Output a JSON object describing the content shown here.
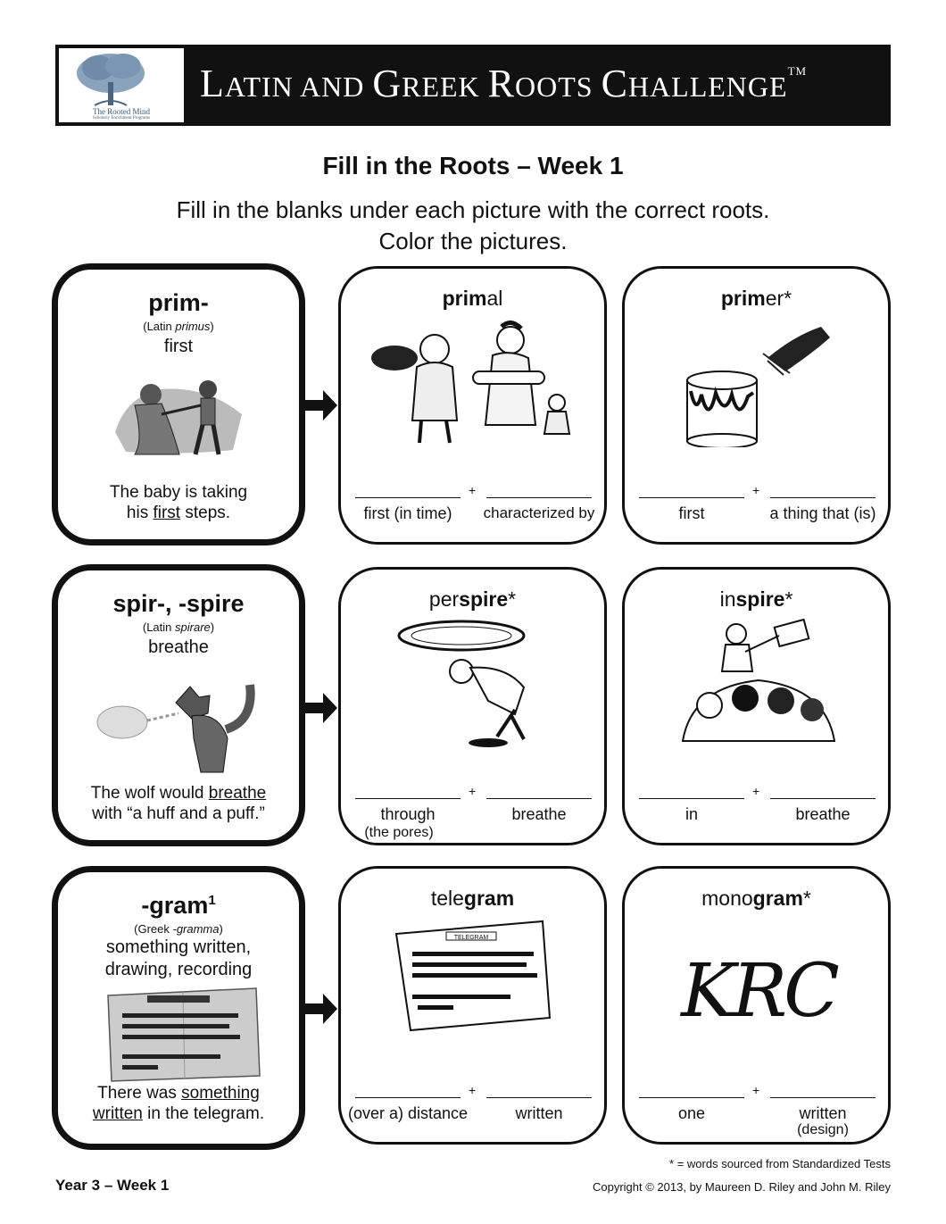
{
  "header": {
    "logo_name": "The Rooted Mind",
    "logo_sub": "Scholarly Enrichment Programs",
    "title_parts": [
      "L",
      "ATIN AND ",
      "G",
      "REEK ",
      "R",
      "OOTS ",
      "C",
      "HALLENGE"
    ],
    "trademark": "TM"
  },
  "page_title": "Fill in the Roots – Week 1",
  "instructions": [
    "Fill in the blanks under each picture with the correct roots.",
    "Color the pictures."
  ],
  "rows": [
    {
      "root": {
        "name": "prim-",
        "sup": "",
        "origin_prefix": "(Latin ",
        "origin_word": "primus",
        "origin_suffix": ")",
        "meaning": [
          "first"
        ],
        "example_parts": [
          "The baby is taking",
          "his ",
          "first",
          " steps."
        ]
      },
      "words": [
        {
          "pre": "",
          "bold": "prim",
          "post": "al",
          "labels": [
            "first (in time)",
            "characterized by"
          ],
          "sub": ""
        },
        {
          "pre": "",
          "bold": "prim",
          "post": "er*",
          "labels": [
            "first",
            "a thing that (is)"
          ],
          "sub": ""
        }
      ]
    },
    {
      "root": {
        "name": "spir-, -spire",
        "sup": "",
        "origin_prefix": "(Latin ",
        "origin_word": "spirare",
        "origin_suffix": ")",
        "meaning": [
          "breathe"
        ],
        "example_parts": [
          "The wolf would ",
          "breathe",
          "with “a huff and a puff.”"
        ]
      },
      "words": [
        {
          "pre": "per",
          "bold": "spire",
          "post": "*",
          "labels": [
            "through",
            "breathe"
          ],
          "sub": "(the pores)"
        },
        {
          "pre": "in",
          "bold": "spire",
          "post": "*",
          "labels": [
            "in",
            "breathe"
          ],
          "sub": ""
        }
      ]
    },
    {
      "root": {
        "name": "-gram",
        "sup": "1",
        "origin_prefix": "(Greek ",
        "origin_word": "-gramma",
        "origin_suffix": ")",
        "meaning": [
          "something written,",
          "drawing, recording"
        ],
        "example_parts": [
          "There was ",
          "something",
          "written",
          " in the telegram."
        ]
      },
      "words": [
        {
          "pre": "tele",
          "bold": "gram",
          "post": "",
          "labels": [
            "(over a) distance",
            "written"
          ],
          "sub": ""
        },
        {
          "pre": "mono",
          "bold": "gram",
          "post": "*",
          "labels": [
            "one",
            "written"
          ],
          "sub": "(design)"
        }
      ]
    }
  ],
  "monogram_letters": "KRC",
  "telegram_heading": "TELEGRAM",
  "footer": {
    "left": "Year 3 – Week 1",
    "note": "* = words sourced from Standardized Tests",
    "copyright": "Copyright © 2013, by Maureen D. Riley and John M. Riley"
  }
}
